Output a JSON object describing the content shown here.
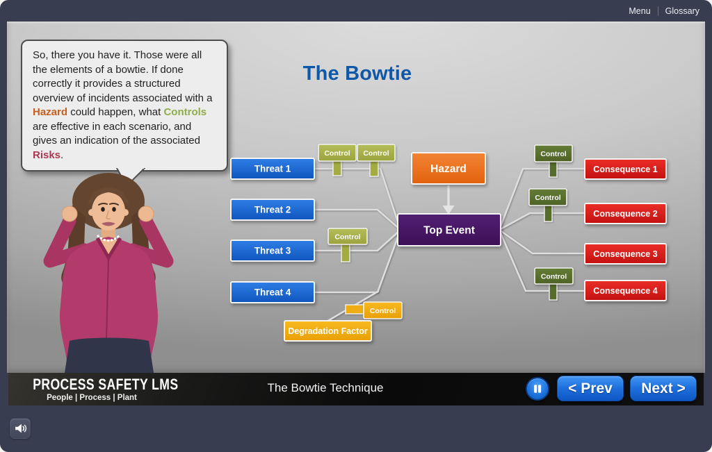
{
  "window": {
    "menu_label": "Menu",
    "glossary_label": "Glossary"
  },
  "narration": {
    "segments": [
      {
        "text": "So, there you have it. Those were all the elements of a bowtie. If done correctly it provides a structured overview of incidents associated with a ",
        "style": "normal"
      },
      {
        "text": "Hazard",
        "style": "hazard"
      },
      {
        "text": " could happen, what ",
        "style": "normal"
      },
      {
        "text": "Controls",
        "style": "controls"
      },
      {
        "text": " are effective in each scenario, and gives an indication of the associated ",
        "style": "normal"
      },
      {
        "text": "Risks",
        "style": "risks"
      },
      {
        "text": ".",
        "style": "normal"
      }
    ]
  },
  "slide": {
    "title": "The Bowtie"
  },
  "diagram": {
    "threats": [
      "Threat 1",
      "Threat 2",
      "Threat 3",
      "Threat 4"
    ],
    "hazard_label": "Hazard",
    "top_event_label": "Top Event",
    "consequences": [
      "Consequence 1",
      "Consequence 2",
      "Consequence 3",
      "Consequence 4"
    ],
    "control_label": "Control",
    "degradation_factor_label": "Degradation Factor",
    "colors": {
      "threat_blue": "#1f6fd8",
      "hazard_orange": "#e8722a",
      "top_event_purple": "#481968",
      "consequence_red": "#d81f1c",
      "control_left_olive": "#a9b24c",
      "control_right_green": "#5a7130",
      "control_degradation_yellow": "#f0ad0e"
    }
  },
  "footer": {
    "brand": "PROCESS SAFETY LMS",
    "brand_tagline": "People | Process | Plant",
    "lesson_title": "The Bowtie Technique",
    "prev_label": "< Prev",
    "next_label": "Next >"
  },
  "accent_colors": {
    "title_blue": "#0f58a8",
    "button_blue": "#1e6fdd",
    "narration_hazard": "#c55f1f",
    "narration_controls": "#8fad4b",
    "narration_risks": "#ab3753"
  }
}
